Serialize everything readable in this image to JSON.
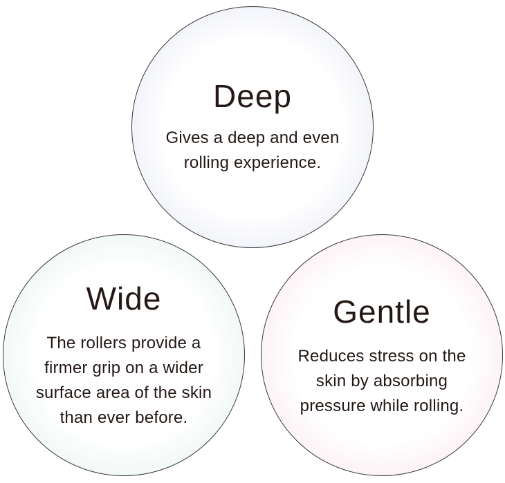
{
  "diagram": {
    "nodes": [
      {
        "id": "deep",
        "title": "Deep",
        "description": "Gives a deep and even\nrolling experience.",
        "tint": "#dfe3f1"
      },
      {
        "id": "wide",
        "title": "Wide",
        "description": "The rollers provide a\nfirmer grip on a wider\nsurface area of the skin\nthan ever before.",
        "tint": "#dcefeb"
      },
      {
        "id": "gentle",
        "title": "Gentle",
        "description": "Reduces stress on the\nskin by absorbing\npressure while rolling.",
        "tint": "#f7dee4"
      }
    ],
    "text_color": "#231815",
    "border_color": "#3a3a3a"
  }
}
